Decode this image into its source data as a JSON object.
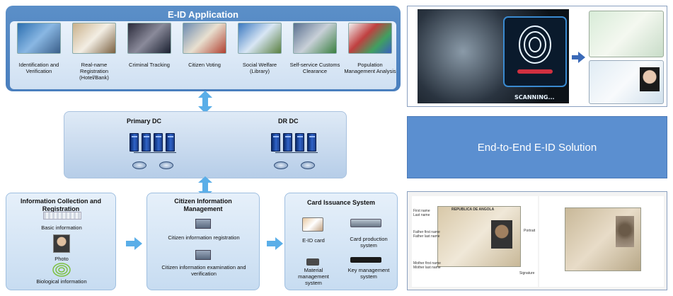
{
  "top": {
    "title": "E-ID Application",
    "apps": [
      {
        "label": "Identification and Verification"
      },
      {
        "label": "Real-name Registration (Hotel/Bank)"
      },
      {
        "label": "Criminal Tracking"
      },
      {
        "label": "Citizen Voting"
      },
      {
        "label": "Social Welfare (Library)"
      },
      {
        "label": "Self-service Customs Clearance"
      },
      {
        "label": "Population Management Analysis"
      }
    ]
  },
  "dc": {
    "primary": "Primary DC",
    "dr": "DR DC"
  },
  "collection": {
    "title": "Information Collection and Registration",
    "basic": "Basic information",
    "photo": "Photo",
    "bio": "Biological information"
  },
  "management": {
    "title": "Citizen Information Management",
    "registration": "Citizen information registration",
    "examination": "Citizen information examination and verification"
  },
  "issuance": {
    "title": "Card Issuance System",
    "eid_card": "E-ID card",
    "production": "Card production system",
    "material": "Material management system",
    "key": "Key management system"
  },
  "right": {
    "scanning": "SCANNING...",
    "banner": "End-to-End E-ID Solution",
    "card_labels_left": [
      "First name",
      "Last name",
      "Father first name",
      "Father last name",
      "Mother first name",
      "Mother last name"
    ],
    "card_labels_right": [
      "Portrait",
      "Signature"
    ],
    "card_header": "REPUBLICA DE ANGOLA"
  },
  "colors": {
    "accent": "#4a7fbe",
    "banner": "#5b8fd0",
    "arrow": "#5aaee8"
  }
}
